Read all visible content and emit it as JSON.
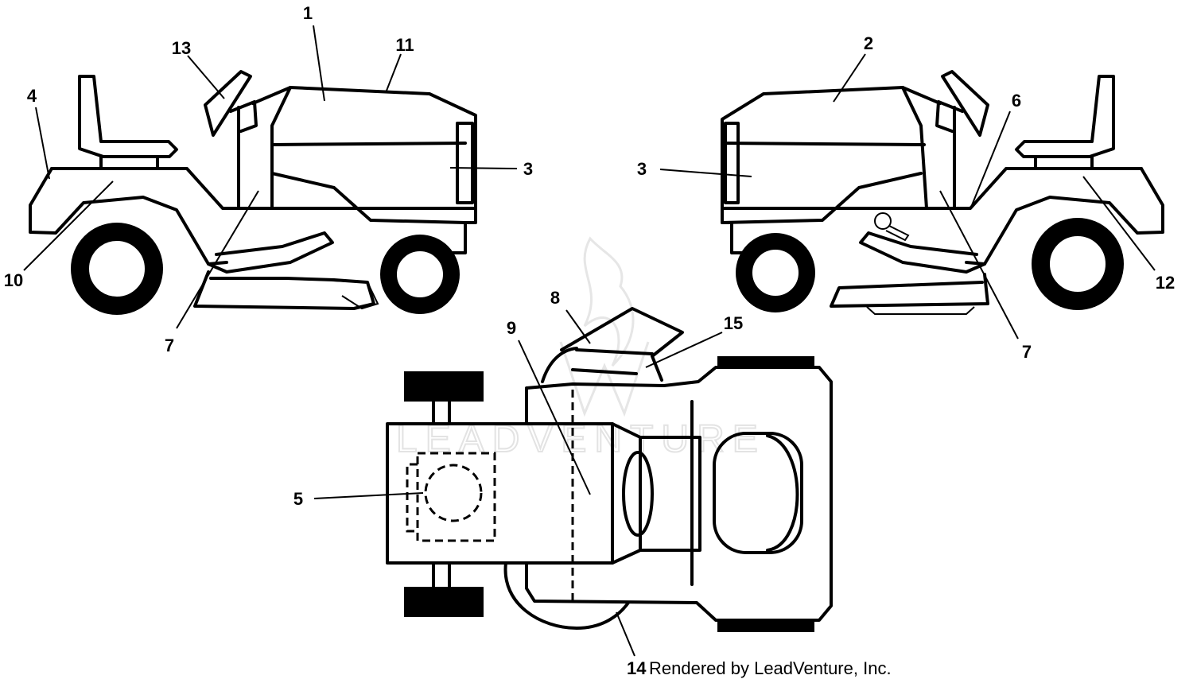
{
  "callouts": {
    "c1": "1",
    "c2": "2",
    "c3_left": "3",
    "c3_right": "3",
    "c4": "4",
    "c5": "5",
    "c6": "6",
    "c7_left": "7",
    "c7_right": "7",
    "c8": "8",
    "c9": "9",
    "c10": "10",
    "c11": "11",
    "c12": "12",
    "c13": "13",
    "c14": "14",
    "c15": "15"
  },
  "credit": "Rendered by LeadVenture, Inc.",
  "watermark": "LEADVENTURE"
}
